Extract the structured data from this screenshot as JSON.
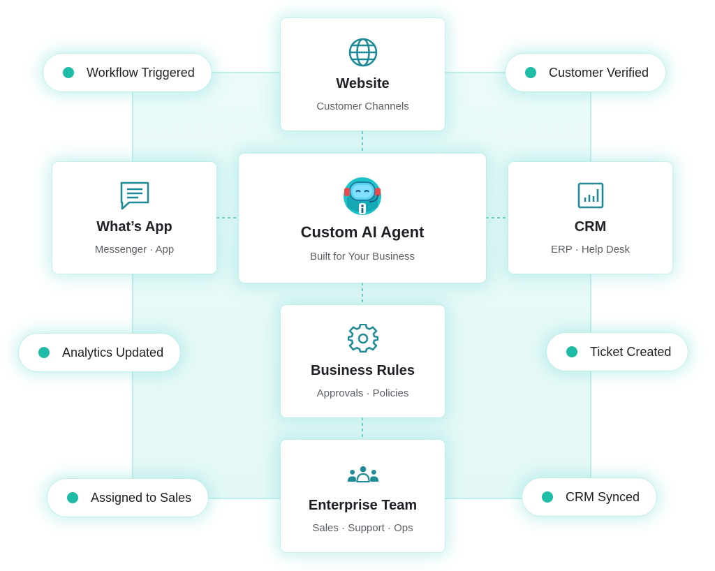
{
  "colors": {
    "accent": "#1ebba6",
    "icon": "#1f8a95",
    "text": "#1c1f23",
    "subtext": "#5b6066"
  },
  "nodes": {
    "website": {
      "title": "Website",
      "subtitle": "Customer Channels",
      "icon": "globe-icon"
    },
    "whatsapp": {
      "title": "What’s App",
      "subtitle": "Messenger · App",
      "icon": "message-icon"
    },
    "agent": {
      "title": "Custom AI Agent",
      "subtitle": "Built for Your Business",
      "icon": "robot-icon"
    },
    "crm": {
      "title": "CRM",
      "subtitle": "ERP · Help Desk",
      "icon": "chart-icon"
    },
    "rules": {
      "title": "Business Rules",
      "subtitle": "Approvals · Policies",
      "icon": "gear-icon"
    },
    "team": {
      "title": "Enterprise Team",
      "subtitle": "Sales · Support · Ops",
      "icon": "team-icon"
    }
  },
  "events": {
    "workflow_triggered": "Workflow Triggered",
    "customer_verified": "Customer Verified",
    "analytics_updated": "Analytics Updated",
    "ticket_created": "Ticket Created",
    "assigned_to_sales": "Assigned to Sales",
    "crm_synced": "CRM Synced"
  }
}
